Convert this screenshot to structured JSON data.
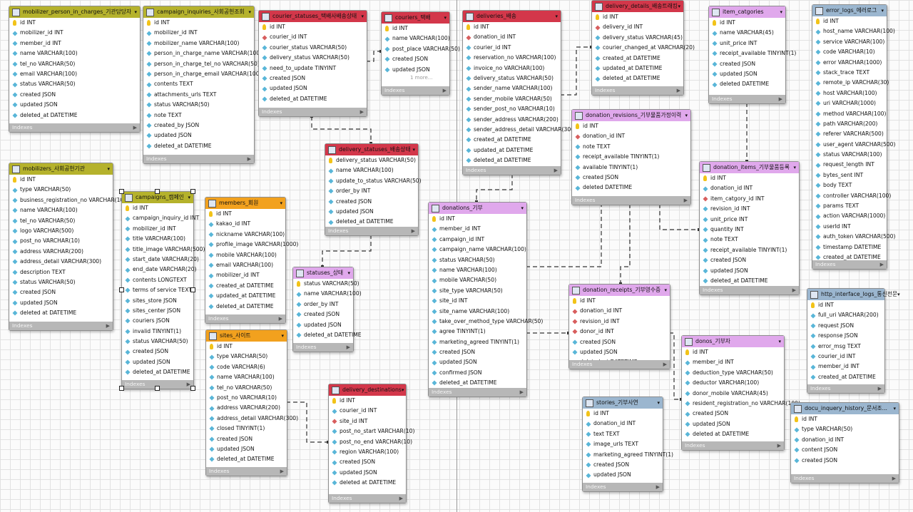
{
  "app": {
    "indexes_label": "Indexes",
    "more_label": "1 more..."
  },
  "colors": {
    "olive": "#b5b22c",
    "steel": "#9bb6cf",
    "crimson": "#d3374a",
    "violet": "#e0a8ec",
    "orange": "#f2a11e",
    "footer": "#b7b7b7"
  },
  "icons": {
    "table": "table-icon",
    "primary_key": "key-icon",
    "foreign_key": "red-diamond-icon",
    "column": "blue-diamond-icon",
    "expand": "triangle-icon"
  },
  "tables": [
    {
      "name": "mobilizer_person_in_charges_기관담당자",
      "color": "olive",
      "columns": [
        [
          "pk",
          "id INT"
        ],
        [
          "col",
          "mobilizer_id INT"
        ],
        [
          "col",
          "member_id INT"
        ],
        [
          "col",
          "name VARCHAR(100)"
        ],
        [
          "col",
          "tel_no VARCHAR(50)"
        ],
        [
          "col",
          "email VARCHAR(100)"
        ],
        [
          "col",
          "status VARCHAR(50)"
        ],
        [
          "col",
          "created JSON"
        ],
        [
          "col",
          "updated JSON"
        ],
        [
          "col",
          "deleted_at DATETIME"
        ]
      ]
    },
    {
      "name": "campaign_inquiries_사회공헌조회",
      "color": "olive",
      "columns": [
        [
          "pk",
          "id INT"
        ],
        [
          "col",
          "mobilizer_id INT"
        ],
        [
          "col",
          "mobilizer_name VARCHAR(100)"
        ],
        [
          "col",
          "person_in_charge_name VARCHAR(100)"
        ],
        [
          "col",
          "person_in_charge_tel_no VARCHAR(50)"
        ],
        [
          "col",
          "person_in_charge_email VARCHAR(100)"
        ],
        [
          "col",
          "contents TEXT"
        ],
        [
          "col",
          "attachments_urls TEXT"
        ],
        [
          "col",
          "status VARCHAR(50)"
        ],
        [
          "col",
          "note TEXT"
        ],
        [
          "col",
          "created_by JSON"
        ],
        [
          "col",
          "updated JSON"
        ],
        [
          "col",
          "deleted_at DATETIME"
        ]
      ]
    },
    {
      "name": "courier_statuses_택배사배송상태",
      "color": "crimson",
      "columns": [
        [
          "pk",
          "id INT"
        ],
        [
          "fk",
          "courier_id INT"
        ],
        [
          "col",
          "courier_status VARCHAR(50)"
        ],
        [
          "col",
          "delivery_status VARCHAR(50)"
        ],
        [
          "col",
          "need_to_update TINYINT"
        ],
        [
          "col",
          "created JSON"
        ],
        [
          "col",
          "updated JSON"
        ],
        [
          "col",
          "deleted_at DATETIME"
        ]
      ]
    },
    {
      "name": "couriers_택배",
      "color": "crimson",
      "more": true,
      "columns": [
        [
          "pk",
          "id INT"
        ],
        [
          "col",
          "name VARCHAR(100)"
        ],
        [
          "col",
          "post_place VARCHAR(50)"
        ],
        [
          "col",
          "created JSON"
        ],
        [
          "col",
          "updated JSON"
        ]
      ]
    },
    {
      "name": "deliveries_배송",
      "color": "crimson",
      "columns": [
        [
          "pk",
          "id INT"
        ],
        [
          "fk",
          "donation_id INT"
        ],
        [
          "col",
          "courier_id INT"
        ],
        [
          "col",
          "reservation_no VARCHAR(100)"
        ],
        [
          "col",
          "invoice_no VARCHAR(100)"
        ],
        [
          "col",
          "delivery_status VARCHAR(50)"
        ],
        [
          "col",
          "sender_name VARCHAR(100)"
        ],
        [
          "col",
          "sender_mobile VARCHAR(50)"
        ],
        [
          "col",
          "sender_post_no VARCHAR(10)"
        ],
        [
          "col",
          "sender_address VARCHAR(200)"
        ],
        [
          "col",
          "sender_address_detail VARCHAR(300)"
        ],
        [
          "col",
          "created_at DATETIME"
        ],
        [
          "col",
          "updated_at DATETIME"
        ],
        [
          "col",
          "deleted_at DATETIME"
        ]
      ]
    },
    {
      "name": "delivery_details_배송트래킹",
      "color": "crimson",
      "columns": [
        [
          "pk",
          "id INT"
        ],
        [
          "fk",
          "delivery_id INT"
        ],
        [
          "col",
          "delivery_status VARCHAR(45)"
        ],
        [
          "col",
          "courier_changed_at VARCHAR(20)"
        ],
        [
          "col",
          "created_at DATETIME"
        ],
        [
          "col",
          "updated_at DATETIME"
        ],
        [
          "col",
          "deleted_at DATETIME"
        ]
      ]
    },
    {
      "name": "item_catgories",
      "color": "violet",
      "columns": [
        [
          "pk",
          "id INT"
        ],
        [
          "col",
          "name VARCHAR(45)"
        ],
        [
          "col",
          "unit_price INT"
        ],
        [
          "col",
          "receipt_available TINYINT(1)"
        ],
        [
          "col",
          "created JSON"
        ],
        [
          "col",
          "updated JSON"
        ],
        [
          "col",
          "deleted DATETIME"
        ]
      ]
    },
    {
      "name": "error_logs_에러로그",
      "color": "steel",
      "columns": [
        [
          "pk",
          "id INT"
        ],
        [
          "col",
          "host_name VARCHAR(100)"
        ],
        [
          "col",
          "service VARCHAR(100)"
        ],
        [
          "col",
          "code VARCHAR(10)"
        ],
        [
          "col",
          "error VARCHAR(1000)"
        ],
        [
          "col",
          "stack_trace TEXT"
        ],
        [
          "col",
          "remote_ip VARCHAR(30)"
        ],
        [
          "col",
          "host VARCHAR(100)"
        ],
        [
          "col",
          "uri VARCHAR(1000)"
        ],
        [
          "col",
          "method VARCHAR(100)"
        ],
        [
          "col",
          "path VARCHAR(200)"
        ],
        [
          "col",
          "referer VARCHAR(500)"
        ],
        [
          "col",
          "user_agent VARCHAR(500)"
        ],
        [
          "col",
          "status VARCHAR(100)"
        ],
        [
          "col",
          "request_length INT"
        ],
        [
          "col",
          "bytes_sent INT"
        ],
        [
          "col",
          "body TEXT"
        ],
        [
          "col",
          "controller VARCHAR(100)"
        ],
        [
          "col",
          "params TEXT"
        ],
        [
          "col",
          "action VARCHAR(1000)"
        ],
        [
          "col",
          "userId INT"
        ],
        [
          "col",
          "auth_token VARCHAR(500)"
        ],
        [
          "col",
          "timestamp DATETIME"
        ],
        [
          "col",
          "created_at DATETIME"
        ]
      ]
    },
    {
      "name": "mobilizers_사회공헌기관",
      "color": "olive",
      "columns": [
        [
          "pk",
          "id INT"
        ],
        [
          "col",
          "type VARCHAR(50)"
        ],
        [
          "col",
          "business_registration_no VARCHAR(100)"
        ],
        [
          "col",
          "name VARCHAR(100)"
        ],
        [
          "col",
          "tel_no VARCHAR(50)"
        ],
        [
          "col",
          "logo VARCHAR(500)"
        ],
        [
          "col",
          "post_no VARCHAR(10)"
        ],
        [
          "col",
          "address VARCHAR(200)"
        ],
        [
          "col",
          "address_detail VARCHAR(300)"
        ],
        [
          "col",
          "description TEXT"
        ],
        [
          "col",
          "status VARCHAR(50)"
        ],
        [
          "col",
          "created JSON"
        ],
        [
          "col",
          "updated JSON"
        ],
        [
          "col",
          "deleted at DATETIME"
        ]
      ]
    },
    {
      "name": "campaigns_캠페인",
      "color": "olive",
      "columns": [
        [
          "pk",
          "id INT"
        ],
        [
          "col",
          "campaign_inquiry_id INT"
        ],
        [
          "col",
          "mobilizer_id INT"
        ],
        [
          "col",
          "title VARCHAR(100)"
        ],
        [
          "col",
          "title_image VARCHAR(500)"
        ],
        [
          "col",
          "start_date VARCHAR(20)"
        ],
        [
          "col",
          "end_date VARCHAR(20)"
        ],
        [
          "col",
          "contents LONGTEXT"
        ],
        [
          "col",
          "terms of service TEXT"
        ],
        [
          "col",
          "sites_store JSON"
        ],
        [
          "col",
          "sites_center JSON"
        ],
        [
          "col",
          "couriers JSON"
        ],
        [
          "col",
          "invalid TINYINT(1)"
        ],
        [
          "col",
          "status VARCHAR(50)"
        ],
        [
          "col",
          "created JSON"
        ],
        [
          "col",
          "updated JSON"
        ],
        [
          "col",
          "deleted_at DATETIME"
        ]
      ]
    },
    {
      "name": "members_회원",
      "color": "orange",
      "columns": [
        [
          "pk",
          "id INT"
        ],
        [
          "col",
          "kakao_id INT"
        ],
        [
          "col",
          "nickname VARCHAR(100)"
        ],
        [
          "col",
          "profile_image VARCHAR(1000)"
        ],
        [
          "col",
          "mobile VARCHAR(100)"
        ],
        [
          "col",
          "email VARCHAR(100)"
        ],
        [
          "col",
          "mobilizer_id INT"
        ],
        [
          "col",
          "created_at DATETIME"
        ],
        [
          "col",
          "updated_at DATETIME"
        ],
        [
          "col",
          "deleted_at DATETIME"
        ]
      ]
    },
    {
      "name": "delivery_statuses_배송상태",
      "color": "crimson",
      "columns": [
        [
          "pk",
          "delivery_status VARCHAR(50)"
        ],
        [
          "col",
          "name VARCHAR(100)"
        ],
        [
          "col",
          "update_to_status VARCHAR(50)"
        ],
        [
          "col",
          "order_by INT"
        ],
        [
          "col",
          "created JSON"
        ],
        [
          "col",
          "updated JSON"
        ],
        [
          "col",
          "deleted_at DATETIME"
        ]
      ]
    },
    {
      "name": "statuses_상태",
      "color": "violet",
      "columns": [
        [
          "pk",
          "status VARCHAR(50)"
        ],
        [
          "col",
          "name VARCHAR(100)"
        ],
        [
          "col",
          "order_by INT"
        ],
        [
          "col",
          "created JSON"
        ],
        [
          "col",
          "updated JSON"
        ],
        [
          "col",
          "deleted_at DATETIME"
        ]
      ]
    },
    {
      "name": "donation_revisions_기부물품가정이력",
      "color": "violet",
      "columns": [
        [
          "pk",
          "id INT"
        ],
        [
          "fk",
          "donation_id INT"
        ],
        [
          "col",
          "note TEXT"
        ],
        [
          "col",
          "receipt_available TINYINT(1)"
        ],
        [
          "col",
          "available TINYINT(1)"
        ],
        [
          "col",
          "created JSON"
        ],
        [
          "col",
          "deleted DATETIME"
        ]
      ]
    },
    {
      "name": "donations_기부",
      "color": "violet",
      "columns": [
        [
          "pk",
          "id INT"
        ],
        [
          "col",
          "member_id INT"
        ],
        [
          "col",
          "campaign_id INT"
        ],
        [
          "col",
          "campaign_name VARCHAR(100)"
        ],
        [
          "col",
          "status VARCHAR(50)"
        ],
        [
          "col",
          "name VARCHAR(100)"
        ],
        [
          "col",
          "mobile VARCHAR(50)"
        ],
        [
          "col",
          "site_type VARCHAR(50)"
        ],
        [
          "col",
          "site_id INT"
        ],
        [
          "col",
          "site_name VARCHAR(100)"
        ],
        [
          "col",
          "take_over_method_type VARCHAR(50)"
        ],
        [
          "col",
          "agree TINYINT(1)"
        ],
        [
          "col",
          "marketing_agreed TINYINT(1)"
        ],
        [
          "col",
          "created JSON"
        ],
        [
          "col",
          "updated JSON"
        ],
        [
          "col",
          "confirmed JSON"
        ],
        [
          "col",
          "deleted_at DATETIME"
        ]
      ]
    },
    {
      "name": "donation_items_기부물품등록",
      "color": "violet",
      "columns": [
        [
          "pk",
          "id INT"
        ],
        [
          "col",
          "donation_id INT"
        ],
        [
          "fk",
          "item_catgory_id INT"
        ],
        [
          "col",
          "revision_id INT"
        ],
        [
          "col",
          "unit_price INT"
        ],
        [
          "col",
          "quantity INT"
        ],
        [
          "col",
          "note TEXT"
        ],
        [
          "col",
          "receipt_available TINYINT(1)"
        ],
        [
          "col",
          "created JSON"
        ],
        [
          "col",
          "updated JSON"
        ],
        [
          "col",
          "deleted_at DATETIME"
        ]
      ]
    },
    {
      "name": "sites_사이트",
      "color": "orange",
      "columns": [
        [
          "pk",
          "id INT"
        ],
        [
          "col",
          "type VARCHAR(50)"
        ],
        [
          "col",
          "code VARCHAR(6)"
        ],
        [
          "col",
          "name VARCHAR(100)"
        ],
        [
          "col",
          "tel_no VARCHAR(50)"
        ],
        [
          "col",
          "post_no VARCHAR(10)"
        ],
        [
          "col",
          "address VARCHAR(200)"
        ],
        [
          "col",
          "address_detail VARCHAR(300)"
        ],
        [
          "col",
          "closed TINYINT(1)"
        ],
        [
          "col",
          "created JSON"
        ],
        [
          "col",
          "updated JSON"
        ],
        [
          "col",
          "deleted_at DATETIME"
        ]
      ]
    },
    {
      "name": "donation_receipts_기부영수증",
      "color": "violet",
      "columns": [
        [
          "pk",
          "id INT"
        ],
        [
          "fk",
          "donation_id INT"
        ],
        [
          "fk",
          "revision_id INT"
        ],
        [
          "fk",
          "donor_id INT"
        ],
        [
          "col",
          "created JSON"
        ],
        [
          "col",
          "updated JSON"
        ],
        [
          "col",
          "deleted_at DATETIME"
        ]
      ]
    },
    {
      "name": "http_interface_logs_통신전문",
      "color": "steel",
      "columns": [
        [
          "pk",
          "id INT"
        ],
        [
          "col",
          "full_uri VARCHAR(200)"
        ],
        [
          "col",
          "request JSON"
        ],
        [
          "col",
          "response JSON"
        ],
        [
          "col",
          "error_msg TEXT"
        ],
        [
          "col",
          "courier_id INT"
        ],
        [
          "col",
          "member_id INT"
        ],
        [
          "col",
          "created_at DATETIME"
        ]
      ]
    },
    {
      "name": "donos_기부자",
      "color": "violet",
      "columns": [
        [
          "pk",
          "id INT"
        ],
        [
          "col",
          "member_id INT"
        ],
        [
          "col",
          "deduction_type VARCHAR(50)"
        ],
        [
          "col",
          "deductor VARCHAR(100)"
        ],
        [
          "col",
          "donor_mobile VARCHAR(45)"
        ],
        [
          "col",
          "resident_registration_no VARCHAR(100)"
        ],
        [
          "col",
          "created JSON"
        ],
        [
          "col",
          "updated JSON"
        ],
        [
          "col",
          "deleted at DATETIME"
        ]
      ]
    },
    {
      "name": "delivery_destinations",
      "color": "crimson",
      "columns": [
        [
          "pk",
          "id INT"
        ],
        [
          "col",
          "courier_id INT"
        ],
        [
          "fk",
          "site_id INT"
        ],
        [
          "col",
          "post_no_start VARCHAR(10)"
        ],
        [
          "col",
          "post_no_end VARCHAR(10)"
        ],
        [
          "col",
          "region VARCHAR(100)"
        ],
        [
          "col",
          "created JSON"
        ],
        [
          "col",
          "updated JSON"
        ],
        [
          "col",
          "deleted at DATETIME"
        ]
      ]
    },
    {
      "name": "stories_기부사연",
      "color": "steel",
      "columns": [
        [
          "pk",
          "id INT"
        ],
        [
          "col",
          "donation_id INT"
        ],
        [
          "col",
          "text TEXT"
        ],
        [
          "col",
          "image_urls TEXT"
        ],
        [
          "col",
          "marketing_agreed TINYINT(1)"
        ],
        [
          "col",
          "created JSON"
        ],
        [
          "col",
          "updated JSON"
        ]
      ]
    },
    {
      "name": "docu_inquery_history_문서조...",
      "color": "steel",
      "columns": [
        [
          "pk",
          "id INT"
        ],
        [
          "col",
          "type VARCHAR(50)"
        ],
        [
          "col",
          "donation_id INT"
        ],
        [
          "col",
          "content JSON"
        ],
        [
          "col",
          "created JSON"
        ]
      ]
    }
  ]
}
